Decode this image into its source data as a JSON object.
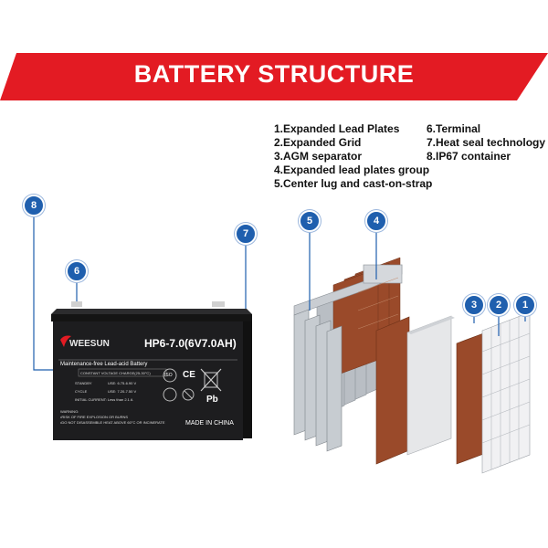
{
  "banner": {
    "title": "BATTERY STRUCTURE",
    "color": "#e31b23"
  },
  "legend": {
    "left": [
      "1.Expanded Lead Plates",
      "2.Expanded Grid",
      "3.AGM separator",
      "4.Expanded lead plates group",
      "5.Center lug and cast-on-strap"
    ],
    "right": [
      "6.Terminal",
      "7.Heat seal technology",
      "8.IP67 container"
    ]
  },
  "callouts": [
    "1",
    "2",
    "3",
    "4",
    "5",
    "6",
    "7",
    "8"
  ],
  "battery": {
    "brand": "WEESUN",
    "model": "HP6-7.0(6V7.0AH)",
    "subtitle": "Maintenance-free Lead-acid Battery",
    "charge_note": "CONSTANT VOLTAGE CHARGE(25-30°C)",
    "standby": "STANDBY",
    "standby_value": "USE: 6.75-6.90  V",
    "cycle": "CYCLE",
    "cycle_value": "USE: 7.20-7.50  V",
    "initial": "INITIAL CURRENT: Less than  2.1  A",
    "warning_title": "WARNING:",
    "warning_1": "•RISK OF FIRE EXPLOSION OR BURNS",
    "warning_2": "•DO NOT DISASSEMBLE HEAT ABOVE 60°C OR INCINERATE",
    "made_in": "MADE IN CHINA",
    "pb": "Pb",
    "ce": "CE",
    "iso": "ISO"
  },
  "colors": {
    "callout": "#1f5fae",
    "lead": "#9a4a2a",
    "grid": "#b9bec4",
    "case": "#1d1d1f"
  }
}
